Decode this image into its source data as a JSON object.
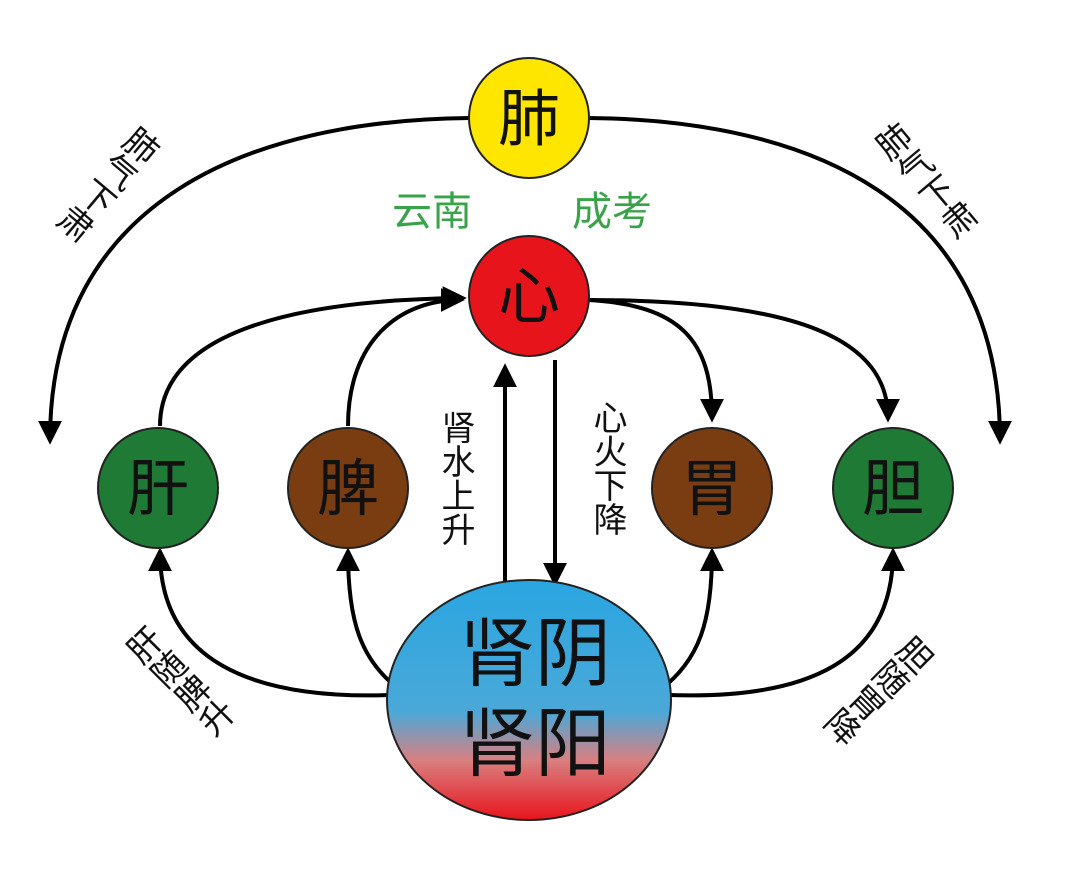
{
  "organs": {
    "lung": {
      "label": "肺",
      "color": "#ffe600"
    },
    "heart": {
      "label": "心",
      "color": "#e8141c"
    },
    "liver": {
      "label": "肝",
      "color": "#1f7a35"
    },
    "spleen": {
      "label": "脾",
      "color": "#7a3d12"
    },
    "stomach": {
      "label": "胃",
      "color": "#7a3d12"
    },
    "gallbladder": {
      "label": "胆",
      "color": "#1f7a35"
    },
    "kidney": {
      "label_top": "肾阴",
      "label_bottom": "肾阳",
      "color_top": "#2aa6e0",
      "color_bottom": "#e8141c"
    }
  },
  "watermark": {
    "left": "云南",
    "right": "成考",
    "color": "#3aa34a"
  },
  "labels": {
    "lung_left": "肺气下肃",
    "lung_right": "肺气下肃",
    "kidney_water": "肾水上升",
    "heart_fire": "心火下降",
    "liver_spleen": "肝随脾升",
    "gall_stomach": "胆随胃降"
  }
}
